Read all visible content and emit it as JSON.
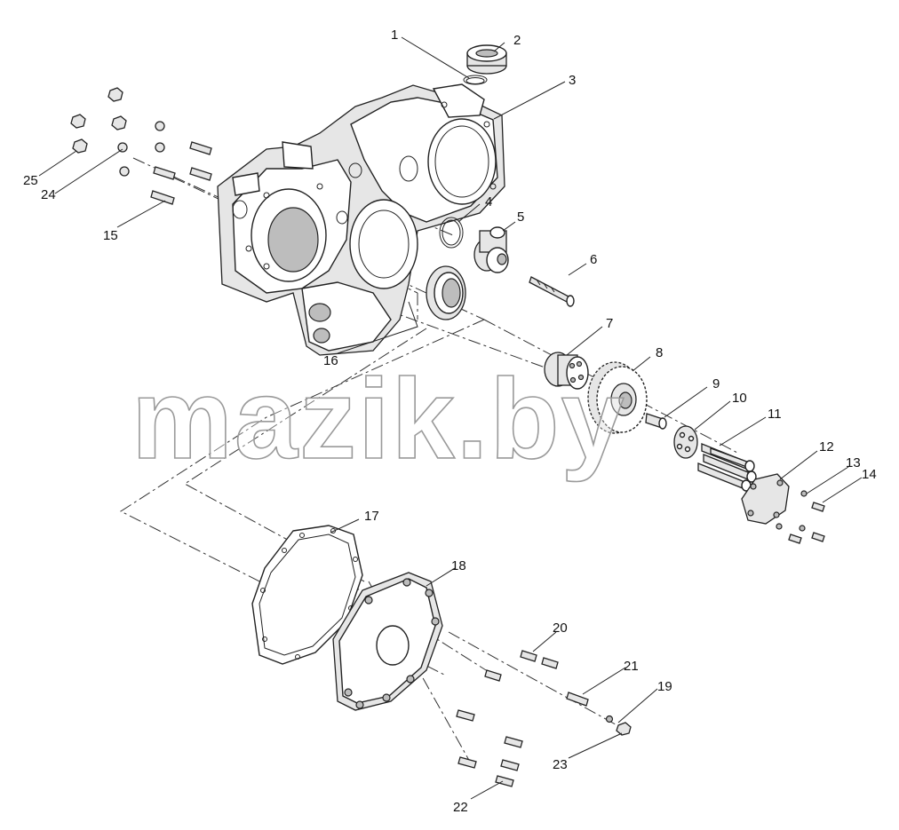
{
  "diagram": {
    "watermark": "mazik.by",
    "callouts": [
      {
        "id": "1",
        "text": "1"
      },
      {
        "id": "2",
        "text": "2"
      },
      {
        "id": "3",
        "text": "3"
      },
      {
        "id": "4",
        "text": "4"
      },
      {
        "id": "5",
        "text": "5"
      },
      {
        "id": "6",
        "text": "6"
      },
      {
        "id": "7",
        "text": "7"
      },
      {
        "id": "8",
        "text": "8"
      },
      {
        "id": "9",
        "text": "9"
      },
      {
        "id": "10",
        "text": "10"
      },
      {
        "id": "11",
        "text": "11"
      },
      {
        "id": "12",
        "text": "12"
      },
      {
        "id": "13",
        "text": "13"
      },
      {
        "id": "14",
        "text": "14"
      },
      {
        "id": "15",
        "text": "15"
      },
      {
        "id": "16",
        "text": "16"
      },
      {
        "id": "17",
        "text": "17"
      },
      {
        "id": "18",
        "text": "18"
      },
      {
        "id": "19",
        "text": "19"
      },
      {
        "id": "20",
        "text": "20"
      },
      {
        "id": "21",
        "text": "21"
      },
      {
        "id": "22",
        "text": "22"
      },
      {
        "id": "23",
        "text": "23"
      },
      {
        "id": "24",
        "text": "24"
      },
      {
        "id": "25",
        "text": "25"
      }
    ]
  }
}
